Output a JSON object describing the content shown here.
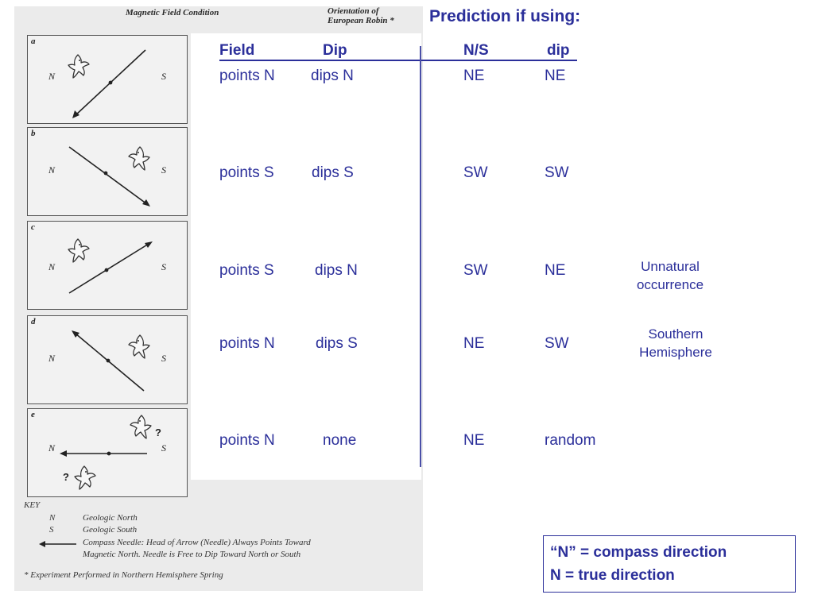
{
  "figure": {
    "header": {
      "condition": "Magnetic Field Condition",
      "orientation_line1": "Orientation of",
      "orientation_line2": "European Robin *"
    },
    "panels": [
      {
        "label": "a",
        "n": "N",
        "s": "S"
      },
      {
        "label": "b",
        "n": "N",
        "s": "S"
      },
      {
        "label": "c",
        "n": "N",
        "s": "S"
      },
      {
        "label": "d",
        "n": "N",
        "s": "S"
      },
      {
        "label": "e",
        "n": "N",
        "s": "S"
      }
    ],
    "question_mark": "?",
    "key": {
      "title": "KEY",
      "n_symbol": "N",
      "n_text": "Geologic North",
      "s_symbol": "S",
      "s_text": "Geologic South",
      "needle_line1": "Compass Needle: Head of Arrow (Needle) Always Points Toward",
      "needle_line2": "Magnetic North. Needle is Free to Dip Toward North or South",
      "footnote": "* Experiment Performed in Northern Hemisphere Spring"
    }
  },
  "prediction_title": "Prediction if using:",
  "table": {
    "headers": {
      "field": "Field",
      "dip": "Dip",
      "ns": "N/S",
      "dip2": "dip"
    },
    "rows": [
      {
        "field": "points N",
        "dip": "dips N",
        "ns": "NE",
        "dip2": "NE",
        "note1": "",
        "note2": ""
      },
      {
        "field": "points S",
        "dip": "dips S",
        "ns": "SW",
        "dip2": "SW",
        "note1": "",
        "note2": ""
      },
      {
        "field": "points S",
        "dip": "dips N",
        "ns": "SW",
        "dip2": "NE",
        "note1": "Unnatural",
        "note2": "occurrence"
      },
      {
        "field": "points N",
        "dip": "dips S",
        "ns": "NE",
        "dip2": "SW",
        "note1": "Southern",
        "note2": "Hemisphere"
      },
      {
        "field": "points N",
        "dip": "none",
        "ns": "NE",
        "dip2": "random",
        "note1": "",
        "note2": ""
      }
    ]
  },
  "legend": {
    "line1": "“N” = compass direction",
    "line2": "N = true direction"
  }
}
